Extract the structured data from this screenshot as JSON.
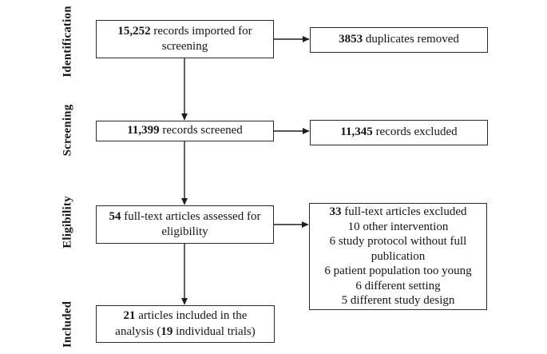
{
  "colors": {
    "background": "#ffffff",
    "border": "#2a2a2a",
    "text": "#161616",
    "arrow": "#1c1c1c"
  },
  "stages": [
    {
      "label": "Identification"
    },
    {
      "label": "Screening"
    },
    {
      "label": "Eligibility"
    },
    {
      "label": "Included"
    }
  ],
  "boxes": {
    "imported": {
      "segments": [
        {
          "t": "15,252",
          "b": true
        },
        {
          "t": " records imported for screening"
        }
      ]
    },
    "duplicates_removed": {
      "segments": [
        {
          "t": "3853",
          "b": true
        },
        {
          "t": " duplicates removed"
        }
      ]
    },
    "screened": {
      "segments": [
        {
          "t": "11,399",
          "b": true
        },
        {
          "t": " records screened"
        }
      ]
    },
    "records_excluded": {
      "segments": [
        {
          "t": "11,345",
          "b": true
        },
        {
          "t": " records excluded"
        }
      ]
    },
    "fulltext_assessed": {
      "segments": [
        {
          "t": "54",
          "b": true
        },
        {
          "t": " full-text articles assessed for eligibility"
        }
      ]
    },
    "fulltext_excluded": {
      "lines": [
        [
          {
            "t": "33",
            "b": true
          },
          {
            "t": " full-text articles excluded"
          }
        ],
        [
          {
            "t": "10 other intervention"
          }
        ],
        [
          {
            "t": "6 study protocol without full publication"
          }
        ],
        [
          {
            "t": "6 patient population too young"
          }
        ],
        [
          {
            "t": "6 different setting"
          }
        ],
        [
          {
            "t": "5 different study design"
          }
        ]
      ]
    },
    "included_analysis": {
      "segments": [
        {
          "t": "21",
          "b": true
        },
        {
          "t": " articles included in the analysis ("
        },
        {
          "t": "19",
          "b": true
        },
        {
          "t": " individual trials)"
        }
      ]
    }
  }
}
